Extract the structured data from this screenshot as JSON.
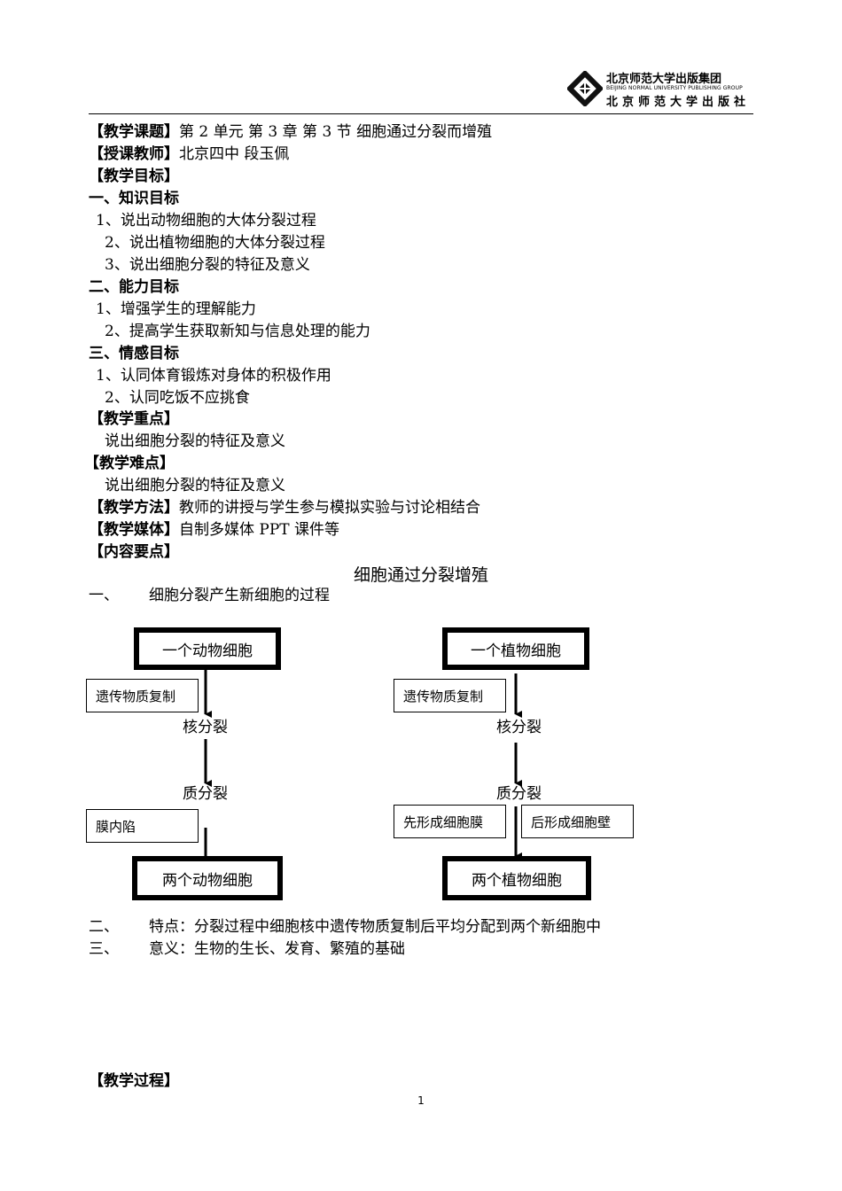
{
  "header": {
    "publisher_cn": "北京师范大学出版集团",
    "publisher_en": "BEIJING NORMAL UNIVERSITY PUBLISHING GROUP",
    "publisher_press": "北京师范大学出版社"
  },
  "meta": {
    "topic_label": "【教学课题】",
    "topic_value": "第 2 单元  第 3 章  第 3 节  细胞通过分裂而增殖",
    "teacher_label": "【授课教师】",
    "teacher_value": "北京四中      段玉佩",
    "goals_label": "【教学目标】"
  },
  "goals": {
    "knowledge_title": "一、知识目标",
    "knowledge": [
      "1、说出动物细胞的大体分裂过程",
      "2、说出植物细胞的大体分裂过程",
      "3、说出细胞分裂的特征及意义"
    ],
    "ability_title": "二、能力目标",
    "ability": [
      "1、增强学生的理解能力",
      "2、提高学生获取新知与信息处理的能力"
    ],
    "emotion_title": "三、情感目标",
    "emotion": [
      "1、认同体育锻炼对身体的积极作用",
      "2、认同吃饭不应挑食"
    ]
  },
  "key": {
    "focus_label": "【教学重点】",
    "focus_value": "说出细胞分裂的特征及意义",
    "difficulty_label": "【教学难点】",
    "difficulty_value": "说出细胞分裂的特征及意义",
    "method_label": "【教学方法】",
    "method_value": "教师的讲授与学生参与模拟实验与讨论相结合",
    "media_label": "【教学媒体】",
    "media_value": "自制多媒体 PPT 课件等",
    "content_label": "【内容要点】"
  },
  "content": {
    "title": "细胞通过分裂增殖",
    "section1_num": "一、",
    "section1_text": "细胞分裂产生新细胞的过程",
    "section2_num": "二、",
    "section2_text": "特点：分裂过程中细胞核中遗传物质复制后平均分配到两个新细胞中",
    "section3_num": "三、",
    "section3_text": "意义：生物的生长、发育、繁殖的基础"
  },
  "diagram": {
    "animal": {
      "start": "一个动物细胞",
      "replicate": "遗传物质复制",
      "nuclear": "核分裂",
      "cytoplasm": "质分裂",
      "note": "膜内陷",
      "end": "两个动物细胞"
    },
    "plant": {
      "start": "一个植物细胞",
      "replicate": "遗传物质复制",
      "nuclear": "核分裂",
      "cytoplasm": "质分裂",
      "note1": "先形成细胞膜",
      "note2": "后形成细胞壁",
      "end": "两个植物细胞"
    }
  },
  "process_label": "【教学过程】",
  "page_number": "1"
}
